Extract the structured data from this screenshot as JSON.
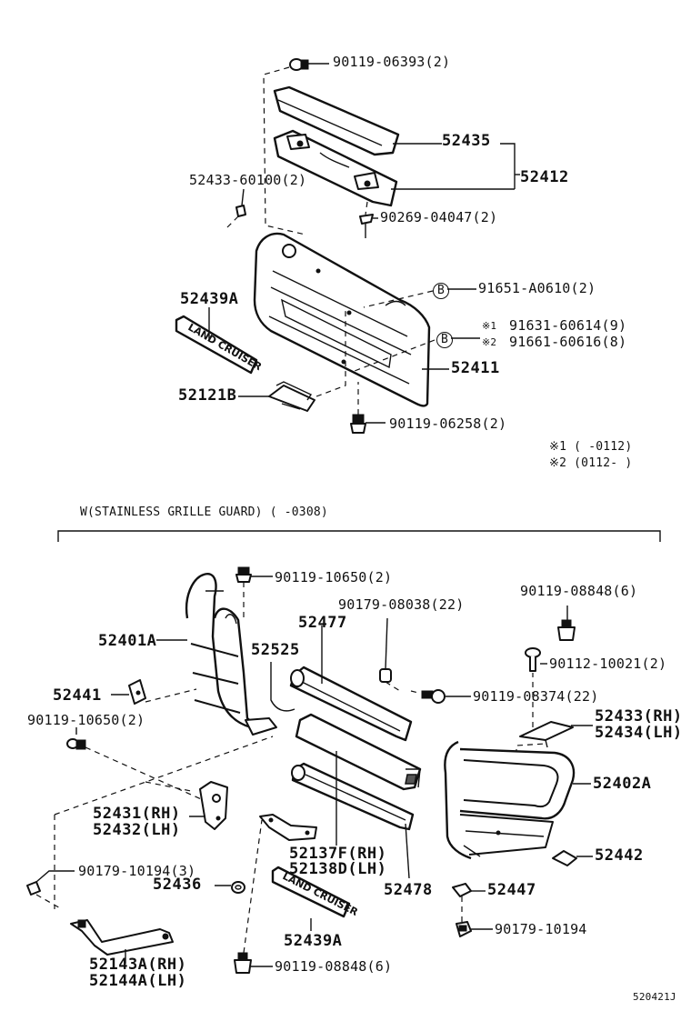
{
  "diagram": {
    "section_title": "W(STAINLESS GRILLE GUARD)    (      -0308)",
    "figure_id": "520421J",
    "notes": {
      "n1": "※1 (      -0112)",
      "n2": "※2 (0112-       )"
    },
    "labels": {
      "p_90119_06393": "90119-06393(2)",
      "p_52435": "52435",
      "p_52412": "52412",
      "p_52433_60100": "52433-60100(2)",
      "p_90269_04047": "90269-04047(2)",
      "p_52439A_top": "52439A",
      "p_91651_A0610": "91651-A0610(2)",
      "p_91631_60614": "91631-60614(9)",
      "p_91661_60616": "91661-60616(8)",
      "mark_1": "※1",
      "mark_2": "※2",
      "p_52411": "52411",
      "p_52121B": "52121B",
      "p_90119_06258": "90119-06258(2)",
      "p_90119_10650_top": "90119-10650(2)",
      "p_90179_08038": "90179-08038(22)",
      "p_90119_08848_top": "90119-08848(6)",
      "p_52401A": "52401A",
      "p_52477": "52477",
      "p_52525": "52525",
      "p_90112_10021": "90112-10021(2)",
      "p_52441": "52441",
      "p_90119_08374": "90119-08374(22)",
      "p_52433_rh": "52433(RH)",
      "p_52434_lh": "52434(LH)",
      "p_90119_10650_left": "90119-10650(2)",
      "p_52402A": "52402A",
      "p_52431_rh": "52431(RH)",
      "p_52432_lh": "52432(LH)",
      "p_52137F_rh": "52137F(RH)",
      "p_52138D_lh": "52138D(LH)",
      "p_52442": "52442",
      "p_90179_10194_3": "90179-10194(3)",
      "p_52436": "52436",
      "p_52478": "52478",
      "p_52447": "52447",
      "p_52439A_bottom": "52439A",
      "p_90179_10194": "90179-10194",
      "p_52143A_rh": "52143A(RH)",
      "p_52144A_lh": "52144A(LH)",
      "p_90119_08848_bottom": "90119-08848(6)",
      "callout_b1": "B",
      "callout_b2": "B"
    },
    "emblem_text": "LAND CRUISER"
  }
}
